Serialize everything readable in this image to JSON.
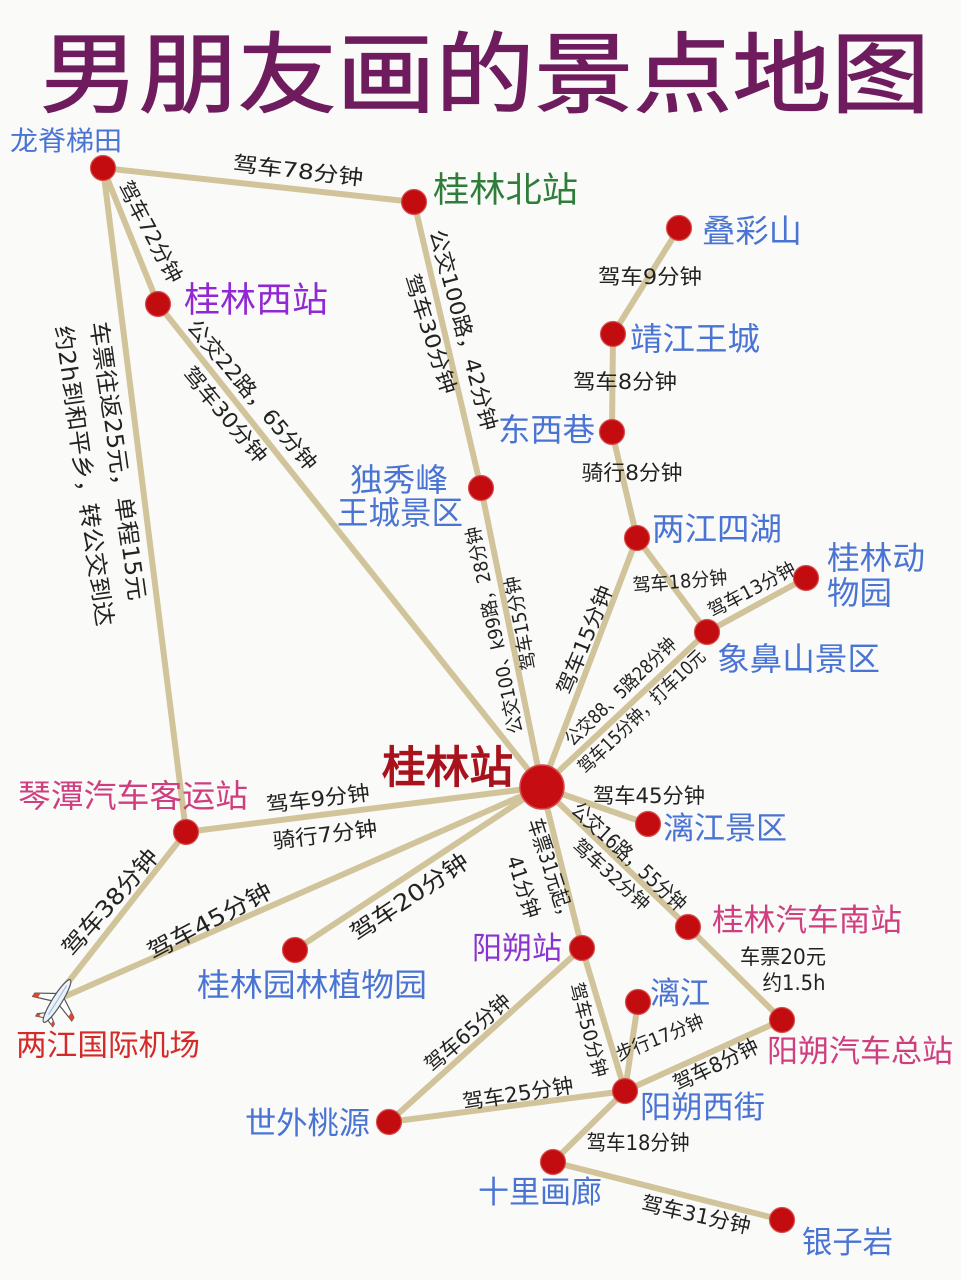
{
  "title": "男朋友画的景点地图",
  "style_colors": {
    "title": "#6e1c5e",
    "route_line": "#d1c49b",
    "marker": "#c30c10",
    "edge_label": "#222222",
    "background": "#fafaf8"
  },
  "places": {
    "longji": {
      "name": "龙脊梯田",
      "color": "#4a74d4"
    },
    "guilin_north": {
      "name": "桂林北站",
      "color": "#2f7d3a"
    },
    "diecai": {
      "name": "叠彩山",
      "color": "#4a74d4"
    },
    "guilin_west": {
      "name": "桂林西站",
      "color": "#9128d2"
    },
    "jingjiang": {
      "name": "靖江王城",
      "color": "#4a74d4"
    },
    "dongxi": {
      "name": "东西巷",
      "color": "#4a74d4"
    },
    "duxiu": {
      "name": "独秀峰王城景区",
      "lines": [
        "独秀峰",
        "王城景区"
      ],
      "color": "#4a74d4"
    },
    "sihu": {
      "name": "两江四湖",
      "color": "#4a74d4"
    },
    "zoo": {
      "name": "桂林动物园",
      "lines": [
        "桂林动",
        "物园"
      ],
      "color": "#4a74d4"
    },
    "xiangbi": {
      "name": "象鼻山景区",
      "color": "#4a74d4"
    },
    "guilin_station": {
      "name": "桂林站",
      "color": "#a8121c"
    },
    "qintan": {
      "name": "琴潭汽车客运站",
      "color": "#cf3f80"
    },
    "lijiang_scenic": {
      "name": "漓江景区",
      "color": "#4a74d4"
    },
    "guilin_south_bus": {
      "name": "桂林汽车南站",
      "color": "#cf3f80"
    },
    "botanical": {
      "name": "桂林园林植物园",
      "color": "#4a74d4"
    },
    "yangshuo_station": {
      "name": "阳朔站",
      "color": "#8a34d0"
    },
    "lijiang": {
      "name": "漓江",
      "color": "#4a74d4"
    },
    "yangshuo_bus": {
      "name": "阳朔汽车总站",
      "color": "#cf3f80"
    },
    "airport": {
      "name": "两江国际机场",
      "color": "#d42a2a",
      "icon": "airplane-icon"
    },
    "xijie": {
      "name": "阳朔西街",
      "color": "#4a74d4"
    },
    "shiwai": {
      "name": "世外桃源",
      "color": "#4a74d4"
    },
    "shili": {
      "name": "十里画廊",
      "color": "#4a74d4"
    },
    "yinzi": {
      "name": "银子岩",
      "color": "#4a74d4"
    }
  },
  "routes": [
    {
      "from": "longji",
      "to": "guilin_north",
      "labels": [
        "驾车78分钟"
      ]
    },
    {
      "from": "longji",
      "to": "guilin_west",
      "labels": [
        "驾车72分钟"
      ]
    },
    {
      "from": "longji",
      "to": "qintan",
      "labels": [
        "车票往返25元，单程15元",
        "约2h到和平乡，转公交到达"
      ]
    },
    {
      "from": "guilin_north",
      "to": "duxiu",
      "labels": [
        "公交100路，42分钟",
        "驾车30分钟"
      ]
    },
    {
      "from": "duxiu",
      "to": "guilin_station",
      "labels": [
        "公交100、k99路，28分钟",
        "驾车15分钟"
      ]
    },
    {
      "from": "guilin_west",
      "to": "guilin_station",
      "labels": [
        "公交22路，65分钟",
        "驾车30分钟"
      ]
    },
    {
      "from": "diecai",
      "to": "jingjiang",
      "labels": [
        "驾车9分钟"
      ]
    },
    {
      "from": "jingjiang",
      "to": "dongxi",
      "labels": [
        "驾车8分钟"
      ]
    },
    {
      "from": "dongxi",
      "to": "sihu",
      "labels": [
        "骑行8分钟"
      ]
    },
    {
      "from": "sihu",
      "to": "guilin_station",
      "labels": [
        "驾车15分钟"
      ]
    },
    {
      "from": "sihu",
      "to": "xiangbi",
      "labels": [
        "驾车18分钟"
      ]
    },
    {
      "from": "xiangbi",
      "to": "zoo",
      "labels": [
        "驾车13分钟"
      ]
    },
    {
      "from": "xiangbi",
      "to": "guilin_station",
      "labels": [
        "公交88、5路28分钟",
        "驾车15分钟，打车10元"
      ]
    },
    {
      "from": "guilin_station",
      "to": "qintan",
      "labels": [
        "驾车9分钟",
        "骑行7分钟"
      ]
    },
    {
      "from": "guilin_station",
      "to": "airport",
      "labels": [
        "驾车45分钟"
      ]
    },
    {
      "from": "guilin_station",
      "to": "botanical",
      "labels": [
        "驾车20分钟"
      ]
    },
    {
      "from": "qintan",
      "to": "airport",
      "labels": [
        "驾车38分钟"
      ]
    },
    {
      "from": "guilin_station",
      "to": "lijiang_scenic",
      "labels": [
        "驾车45分钟"
      ]
    },
    {
      "from": "guilin_station",
      "to": "guilin_south_bus",
      "labels": [
        "公交16路，55分钟",
        "驾车32分钟"
      ]
    },
    {
      "from": "guilin_station",
      "to": "yangshuo_station",
      "labels": [
        "车票31元起，",
        "41分钟"
      ]
    },
    {
      "from": "guilin_south_bus",
      "to": "yangshuo_bus",
      "labels": [
        "车票20元",
        "约1.5h"
      ]
    },
    {
      "from": "yangshuo_station",
      "to": "shiwai",
      "labels": [
        "驾车65分钟"
      ]
    },
    {
      "from": "yangshuo_station",
      "to": "xijie",
      "labels": [
        "驾车50分钟"
      ]
    },
    {
      "from": "lijiang",
      "to": "xijie",
      "labels": [
        "步行17分钟"
      ]
    },
    {
      "from": "yangshuo_bus",
      "to": "xijie",
      "labels": [
        "驾车8分钟"
      ]
    },
    {
      "from": "shiwai",
      "to": "xijie",
      "labels": [
        "驾车25分钟"
      ]
    },
    {
      "from": "xijie",
      "to": "shili",
      "labels": [
        "驾车18分钟"
      ]
    },
    {
      "from": "shili",
      "to": "yinzi",
      "labels": [
        "驾车31分钟"
      ]
    }
  ]
}
